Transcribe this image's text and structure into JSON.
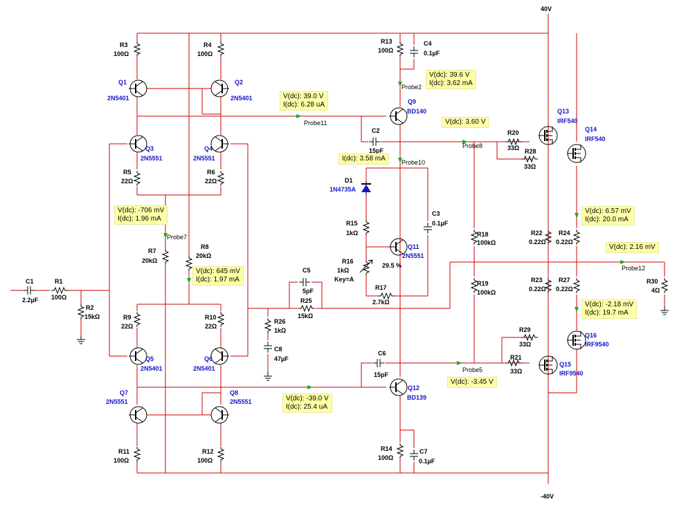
{
  "rails": {
    "pos": "40V",
    "neg": "-40V"
  },
  "components": {
    "R3": {
      "name": "R3",
      "value": "100Ω"
    },
    "R4": {
      "name": "R4",
      "value": "100Ω"
    },
    "R5": {
      "name": "R5",
      "value": "22Ω"
    },
    "R6": {
      "name": "R6",
      "value": "22Ω"
    },
    "R7": {
      "name": "R7",
      "value": "20kΩ"
    },
    "R8": {
      "name": "R8",
      "value": "20kΩ"
    },
    "R9": {
      "name": "R9",
      "value": "22Ω"
    },
    "R10": {
      "name": "R10",
      "value": "22Ω"
    },
    "R11": {
      "name": "R11",
      "value": "100Ω"
    },
    "R12": {
      "name": "R12",
      "value": "100Ω"
    },
    "R1": {
      "name": "R1",
      "value": "100Ω"
    },
    "R2": {
      "name": "R2",
      "value": "15kΩ"
    },
    "R13": {
      "name": "R13",
      "value": "100Ω"
    },
    "R14": {
      "name": "R14",
      "value": "100Ω"
    },
    "R15": {
      "name": "R15",
      "value": "1kΩ"
    },
    "R16": {
      "name": "R16",
      "value": "1kΩ",
      "extra": "Key=A",
      "pct": "29.5 %"
    },
    "R17": {
      "name": "R17",
      "value": "2.7kΩ"
    },
    "R18": {
      "name": "R18",
      "value": "100kΩ"
    },
    "R19": {
      "name": "R19",
      "value": "100kΩ"
    },
    "R20": {
      "name": "R20",
      "value": "33Ω"
    },
    "R21": {
      "name": "R21",
      "value": "33Ω"
    },
    "R22": {
      "name": "R22",
      "value": "0.22Ω"
    },
    "R23": {
      "name": "R23",
      "value": "0.22Ω"
    },
    "R24": {
      "name": "R24",
      "value": "0.22Ω"
    },
    "R25": {
      "name": "R25",
      "value": "15kΩ"
    },
    "R26": {
      "name": "R26",
      "value": "1kΩ"
    },
    "R27": {
      "name": "R27",
      "value": "0.22Ω"
    },
    "R28": {
      "name": "R28",
      "value": "33Ω"
    },
    "R29": {
      "name": "R29",
      "value": "33Ω"
    },
    "R30": {
      "name": "R30",
      "value": "4Ω"
    },
    "C1": {
      "name": "C1",
      "value": "2.2µF"
    },
    "C2": {
      "name": "C2",
      "value": "15pF"
    },
    "C3": {
      "name": "C3",
      "value": "0.1µF"
    },
    "C4": {
      "name": "C4",
      "value": "0.1µF"
    },
    "C5": {
      "name": "C5",
      "value": "5pF"
    },
    "C6": {
      "name": "C6",
      "value": "15pF"
    },
    "C7": {
      "name": "C7",
      "value": "0.1µF"
    },
    "C8": {
      "name": "C8",
      "value": "47µF"
    },
    "D1": {
      "name": "D1",
      "value": "1N4735A"
    },
    "Q1": {
      "name": "Q1",
      "value": "2N5401"
    },
    "Q2": {
      "name": "Q2",
      "value": "2N5401"
    },
    "Q3": {
      "name": "Q3",
      "value": "2N5551"
    },
    "Q4": {
      "name": "Q4",
      "value": "2N5551"
    },
    "Q5": {
      "name": "Q5",
      "value": "2N5401"
    },
    "Q6": {
      "name": "Q6",
      "value": "2N5401"
    },
    "Q7": {
      "name": "Q7",
      "value": "2N5551"
    },
    "Q8": {
      "name": "Q8",
      "value": "2N5551"
    },
    "Q9": {
      "name": "Q9",
      "value": "BD140"
    },
    "Q11": {
      "name": "Q11",
      "value": "2N5551"
    },
    "Q12": {
      "name": "Q12",
      "value": "BD139"
    },
    "Q13": {
      "name": "Q13",
      "value": "IRF540"
    },
    "Q14": {
      "name": "Q14",
      "value": "IRF540"
    },
    "Q15": {
      "name": "Q15",
      "value": "IRF9540"
    },
    "Q16": {
      "name": "Q16",
      "value": "IRF9540"
    }
  },
  "probes": {
    "p11": {
      "name": "Probe11",
      "lines": [
        "V(dc): 39.0 V",
        "I(dc): 6.28 uA"
      ]
    },
    "p2": {
      "name": "Probe2",
      "lines": [
        "V(dc): 39.6 V",
        "I(dc): 3.62 mA"
      ]
    },
    "p8": {
      "name": "Probe8",
      "lines": [
        "V(dc): 3.60 V"
      ]
    },
    "p10": {
      "name": "Probe10",
      "lines": [
        "I(dc): 3.58 mA"
      ]
    },
    "p7": {
      "name": "Probe7",
      "lines": [
        "V(dc): -706 mV",
        "I(dc): 1.96 mA"
      ]
    },
    "p3": {
      "lines": [
        "V(dc): 645 mV",
        "I(dc): 1.97 mA"
      ]
    },
    "p12": {
      "name": "Probe12",
      "lines": [
        "V(dc): 2.16 mV"
      ]
    },
    "pq14": {
      "lines": [
        "V(dc): 6.57 mV",
        "I(dc): 20.0 mA"
      ]
    },
    "pq16": {
      "lines": [
        "V(dc): -2.18 mV",
        "I(dc): 19.7 mA"
      ]
    },
    "p6": {
      "lines": [
        "V(dc): -39.0 V",
        "I(dc): 25.4 uA"
      ]
    },
    "p5": {
      "name": "Probe5",
      "lines": [
        "V(dc): -3.45 V"
      ]
    }
  }
}
